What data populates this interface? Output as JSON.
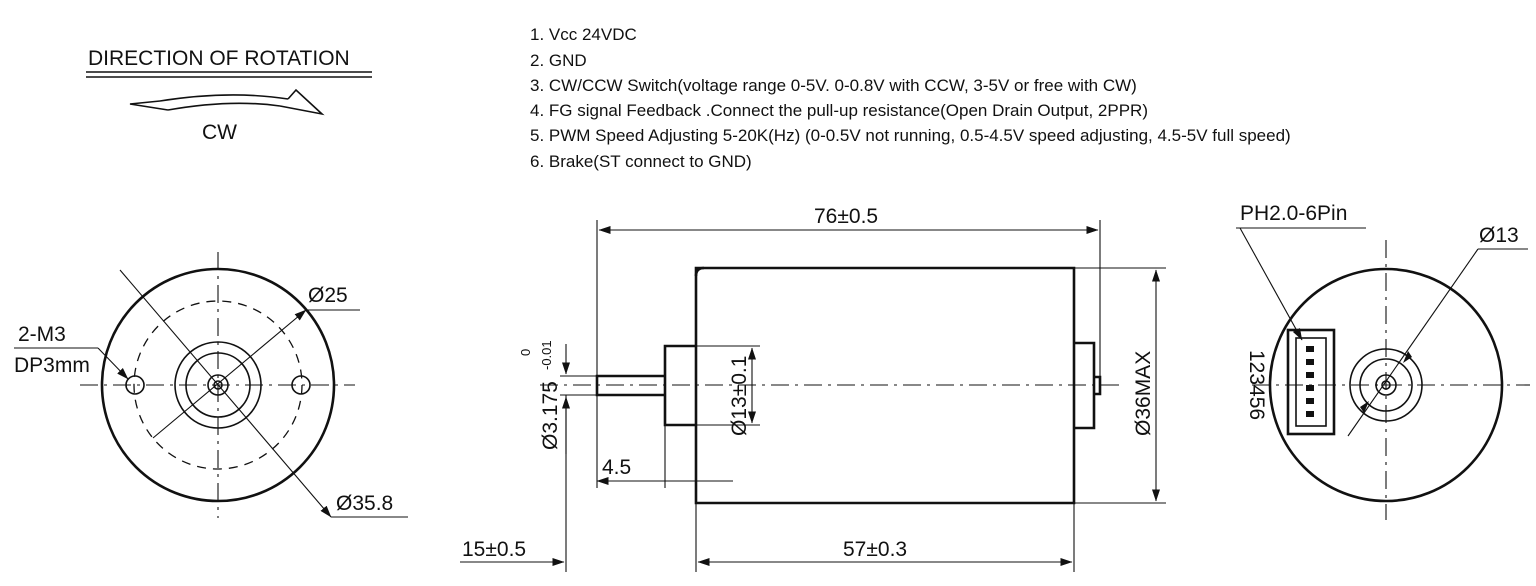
{
  "rotation": {
    "title": "DIRECTION OF ROTATION",
    "direction": "CW"
  },
  "pins": [
    "1. Vcc 24VDC",
    "2. GND",
    "3. CW/CCW Switch(voltage range 0-5V. 0-0.8V with CCW, 3-5V or free with CW)",
    "4. FG signal Feedback .Connect the pull-up resistance(Open Drain Output, 2PPR)",
    "5. PWM Speed Adjusting 5-20K(Hz) (0-0.5V not running, 0.5-4.5V speed adjusting, 4.5-5V full speed)",
    "6. Brake(ST connect to GND)"
  ],
  "front_view": {
    "hole_label": "2-M3",
    "hole_depth": "DP3mm",
    "pcd": "Ø25",
    "body_dia": "Ø35.8"
  },
  "side_view": {
    "total_length": "76±0.5",
    "shaft_length": "15±0.5",
    "body_length": "57±0.3",
    "boss_length": "4.5",
    "shaft_dia": "Ø3.175",
    "shaft_tol_upper": "0",
    "shaft_tol_lower": "-0.01",
    "boss_dia": "Ø13±0.1",
    "body_max_dia": "Ø36MAX"
  },
  "rear_view": {
    "connector": "PH2.0-6Pin",
    "pin_numbers": "123456",
    "hub_dia": "Ø13"
  }
}
